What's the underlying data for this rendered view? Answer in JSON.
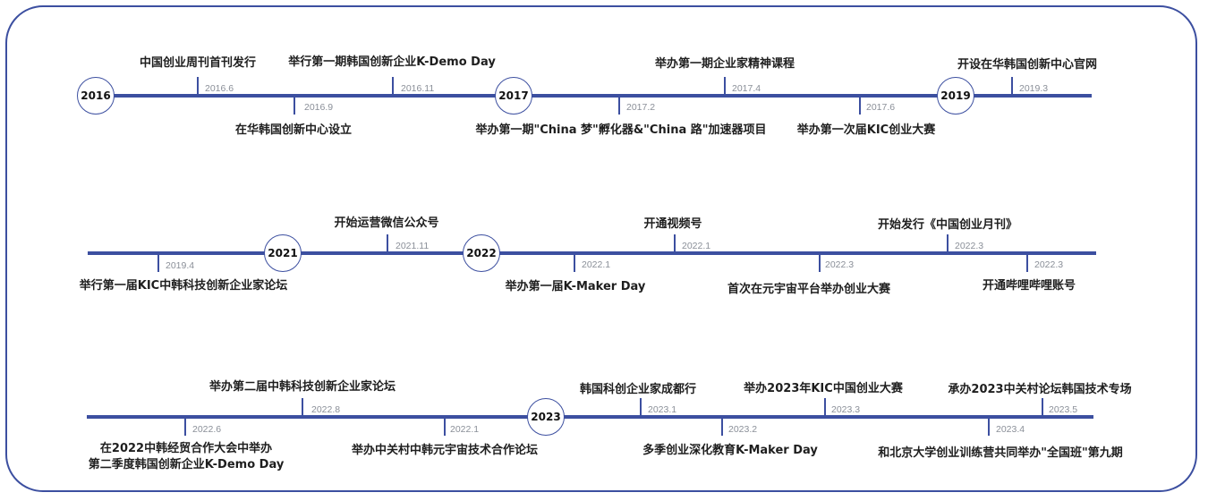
{
  "rows": [
    {
      "years": [
        "2016",
        "2017",
        "2019"
      ],
      "events": [
        {
          "label": "中国创业周刊首刊发行",
          "date": "2016.6"
        },
        {
          "label": "在华韩国创新中心设立",
          "date": "2016.9"
        },
        {
          "label": "举行第一期韩国创新企业K-Demo Day",
          "date": "2016.11"
        },
        {
          "label": "举办第一期\"China 梦\"孵化器&\"China 路\"加速器项目",
          "date": "2017.2"
        },
        {
          "label": "举办第一期企业家精神课程",
          "date": "2017.4"
        },
        {
          "label": "举办第一次届KIC创业大赛",
          "date": "2017.6"
        },
        {
          "label": "开设在华韩国创新中心官网",
          "date": "2019.3"
        }
      ]
    },
    {
      "years": [
        "2021",
        "2022"
      ],
      "events": [
        {
          "label": "举行第一届KIC中韩科技创新企业家论坛",
          "date": "2019.4"
        },
        {
          "label": "开始运营微信公众号",
          "date": "2021.11"
        },
        {
          "label": "举办第一届K-Maker Day",
          "date": "2022.1"
        },
        {
          "label": "开通视频号",
          "date": "2022.1"
        },
        {
          "label": "首次在元宇宙平台举办创业大赛",
          "date": "2022.3"
        },
        {
          "label": "开始发行《中国创业月刊》",
          "date": "2022.3"
        },
        {
          "label": "开通哔哩哔哩账号",
          "date": "2022.3"
        }
      ]
    },
    {
      "years": [
        "2023"
      ],
      "events": [
        {
          "label": "在2022中韩经贸合作大会中举办\n第二季度韩国创新企业K-Demo Day",
          "date": "2022.6"
        },
        {
          "label": "举办第二届中韩科技创新企业家论坛",
          "date": "2022.8"
        },
        {
          "label": "举办中关村中韩元宇宙技术合作论坛",
          "date": "2022.1"
        },
        {
          "label": "韩国科创企业家成都行",
          "date": "2023.1"
        },
        {
          "label": "多季创业深化教育K-Maker Day",
          "date": "2023.2"
        },
        {
          "label": "举办2023年KIC中国创业大赛",
          "date": "2023.3"
        },
        {
          "label": "和北京大学创业训练营共同举办\"全国班\"第九期",
          "date": "2023.4"
        },
        {
          "label": "承办2023中关村论坛韩国技术专场",
          "date": "2023.5"
        }
      ]
    }
  ]
}
